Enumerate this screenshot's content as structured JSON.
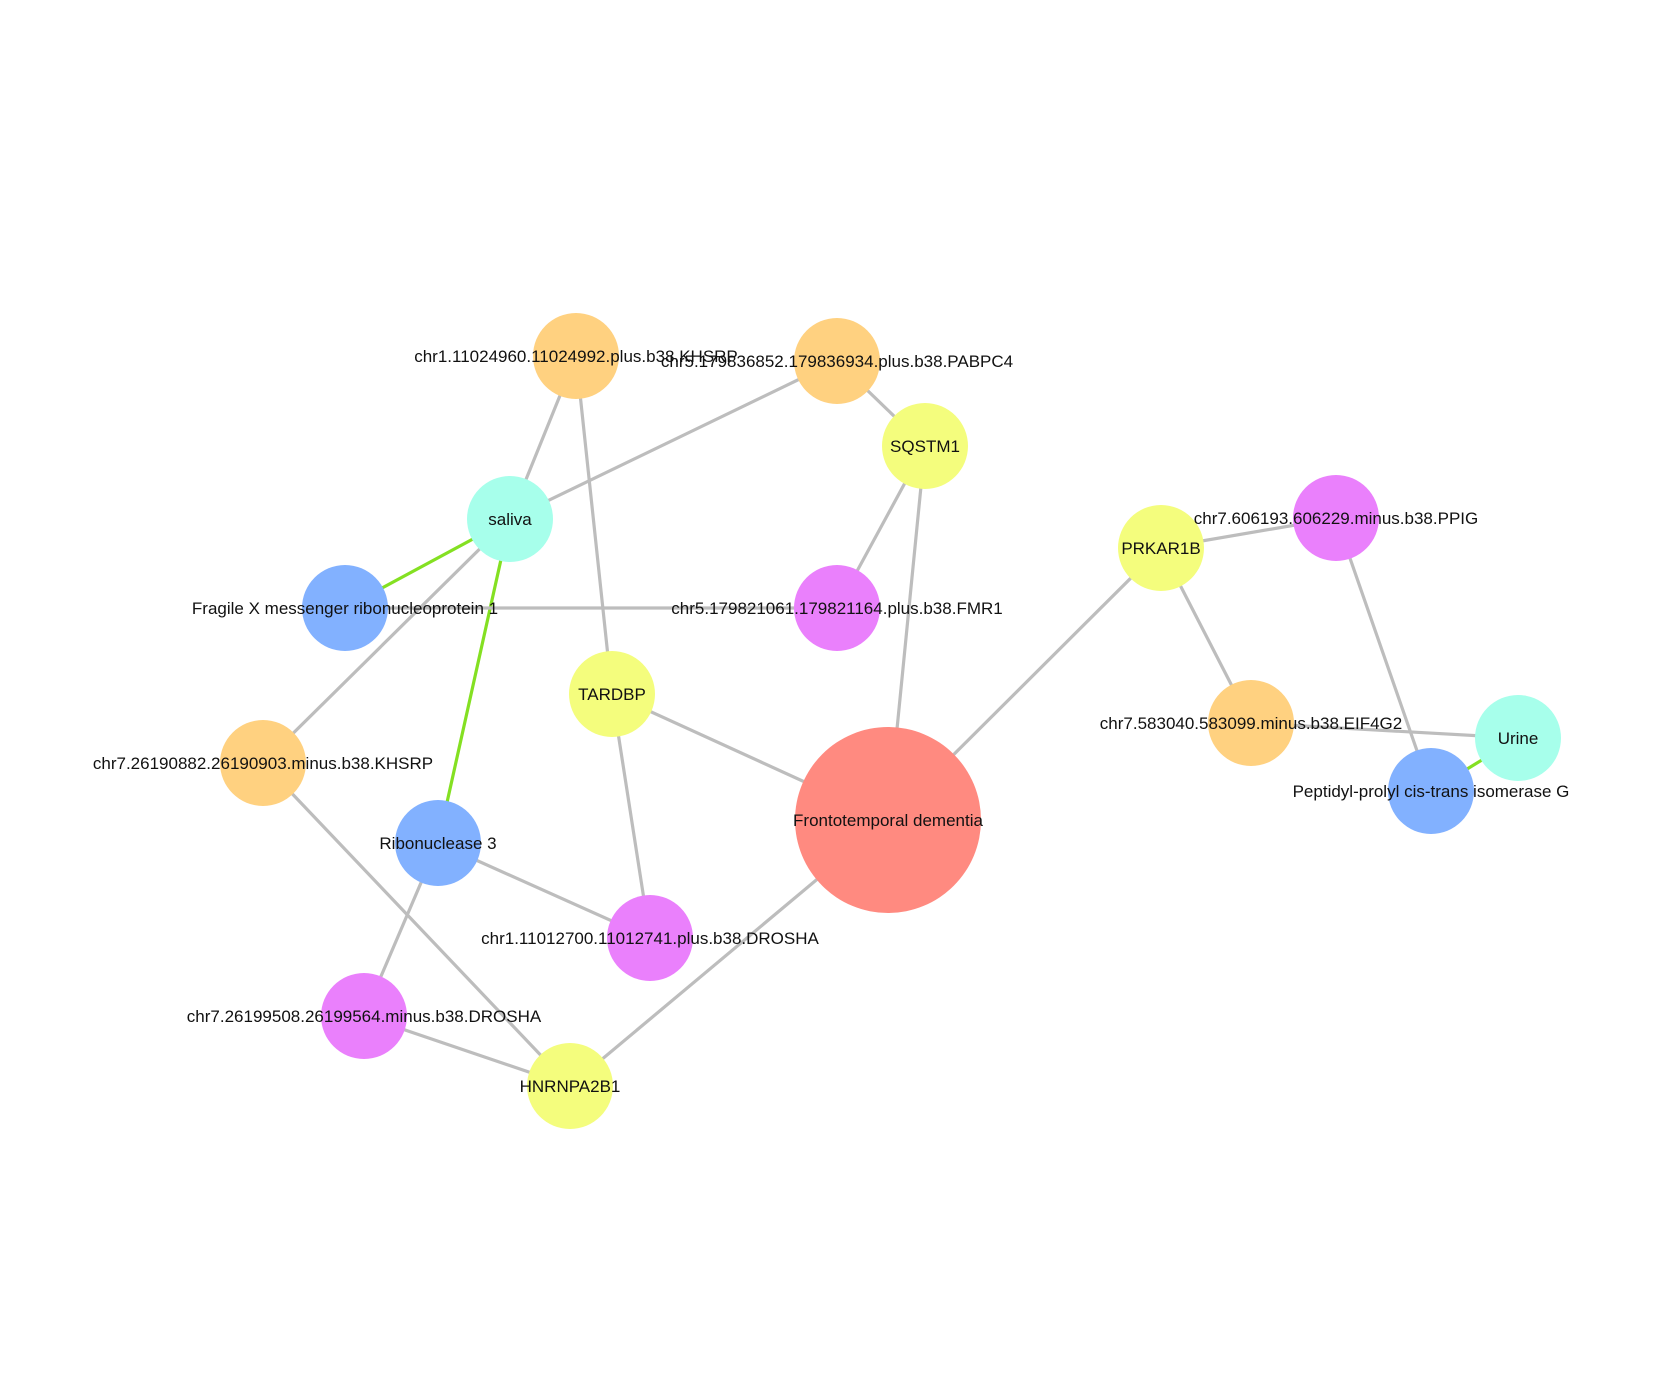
{
  "colors": {
    "background": "#ffffff",
    "disease": "#ff8a80",
    "gene": "#f4fd7d",
    "protein": "#82b1ff",
    "sequence_site_orange": "#ffd180",
    "sequence_site_magenta": "#ea80fc",
    "tissue": "#a7ffeb",
    "edge_default": "#bdbdbd",
    "edge_highlight": "#84e022"
  },
  "graph": {
    "nodes": [
      {
        "id": "ftd",
        "label": "Frontotemporal dementia",
        "color": "#ff8a80"
      },
      {
        "id": "tardbp",
        "label": "TARDBP",
        "color": "#f4fd7d"
      },
      {
        "id": "sqstm1",
        "label": "SQSTM1",
        "color": "#f4fd7d"
      },
      {
        "id": "prkar1b",
        "label": "PRKAR1B",
        "color": "#f4fd7d"
      },
      {
        "id": "hnrnpa2b1",
        "label": "HNRNPA2B1",
        "color": "#f4fd7d"
      },
      {
        "id": "saliva",
        "label": "saliva",
        "color": "#a7ffeb"
      },
      {
        "id": "urine",
        "label": "Urine",
        "color": "#a7ffeb"
      },
      {
        "id": "fmrp",
        "label": "Fragile X messenger ribonucleoprotein 1",
        "color": "#82b1ff"
      },
      {
        "id": "rnase3",
        "label": "Ribonuclease 3",
        "color": "#82b1ff"
      },
      {
        "id": "ppig_prot",
        "label": "Peptidyl-prolyl cis-trans isomerase G",
        "color": "#82b1ff"
      },
      {
        "id": "khsrp1",
        "label": "chr1.11024960.11024992.plus.b38.KHSRP",
        "color": "#ffd180"
      },
      {
        "id": "pabpc4",
        "label": "chr5.179836852.179836934.plus.b38.PABPC4",
        "color": "#ffd180"
      },
      {
        "id": "khsrp7",
        "label": "chr7.26190882.26190903.minus.b38.KHSRP",
        "color": "#ffd180"
      },
      {
        "id": "eif4g2",
        "label": "chr7.583040.583099.minus.b38.EIF4G2",
        "color": "#ffd180"
      },
      {
        "id": "fmr1",
        "label": "chr5.179821061.179821164.plus.b38.FMR1",
        "color": "#ea80fc"
      },
      {
        "id": "drosha1",
        "label": "chr1.11012700.11012741.plus.b38.DROSHA",
        "color": "#ea80fc"
      },
      {
        "id": "drosha7",
        "label": "chr7.26199508.26199564.minus.b38.DROSHA",
        "color": "#ea80fc"
      },
      {
        "id": "ppig_site",
        "label": "chr7.606193.606229.minus.b38.PPIG",
        "color": "#ea80fc"
      }
    ],
    "edges": [
      {
        "source": "khsrp1",
        "target": "saliva",
        "highlight": false
      },
      {
        "source": "khsrp1",
        "target": "tardbp",
        "highlight": false
      },
      {
        "source": "pabpc4",
        "target": "saliva",
        "highlight": false
      },
      {
        "source": "pabpc4",
        "target": "sqstm1",
        "highlight": false
      },
      {
        "source": "sqstm1",
        "target": "fmr1",
        "highlight": false
      },
      {
        "source": "sqstm1",
        "target": "ftd",
        "highlight": false
      },
      {
        "source": "saliva",
        "target": "fmrp",
        "highlight": true
      },
      {
        "source": "saliva",
        "target": "rnase3",
        "highlight": true
      },
      {
        "source": "saliva",
        "target": "khsrp7",
        "highlight": false
      },
      {
        "source": "fmrp",
        "target": "fmr1",
        "highlight": false
      },
      {
        "source": "tardbp",
        "target": "ftd",
        "highlight": false
      },
      {
        "source": "tardbp",
        "target": "drosha1",
        "highlight": false
      },
      {
        "source": "rnase3",
        "target": "drosha1",
        "highlight": false
      },
      {
        "source": "rnase3",
        "target": "drosha7",
        "highlight": false
      },
      {
        "source": "khsrp7",
        "target": "hnrnpa2b1",
        "highlight": false
      },
      {
        "source": "drosha7",
        "target": "hnrnpa2b1",
        "highlight": false
      },
      {
        "source": "hnrnpa2b1",
        "target": "ftd",
        "highlight": false
      },
      {
        "source": "ftd",
        "target": "prkar1b",
        "highlight": false
      },
      {
        "source": "prkar1b",
        "target": "ppig_site",
        "highlight": false
      },
      {
        "source": "prkar1b",
        "target": "eif4g2",
        "highlight": false
      },
      {
        "source": "ppig_site",
        "target": "ppig_prot",
        "highlight": false
      },
      {
        "source": "eif4g2",
        "target": "urine",
        "highlight": false
      },
      {
        "source": "urine",
        "target": "ppig_prot",
        "highlight": true
      }
    ]
  }
}
